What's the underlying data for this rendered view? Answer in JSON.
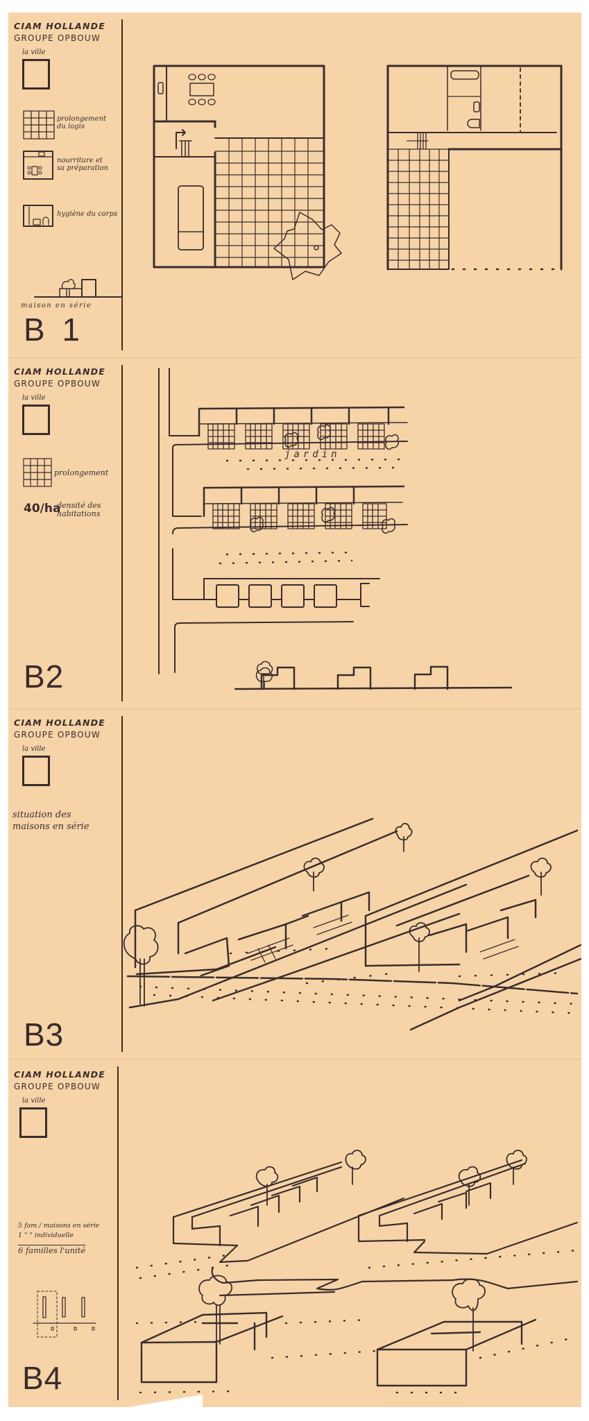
{
  "document": {
    "paper_color": "#f6d4a8",
    "ink_color": "#3a2c2c"
  },
  "panels": [
    {
      "id": "B1",
      "heading": "CIAM HOLLANDE",
      "subheading": "GROUPE OPBOUW",
      "legend": {
        "ville_label": "la ville",
        "items": [
          {
            "icon": "grid-square-icon",
            "label_1": "prolongement",
            "label_2": "du logis"
          },
          {
            "icon": "kitchen-plan-icon",
            "label_1": "nourriture et",
            "label_2": "sa préparation"
          },
          {
            "icon": "bathroom-plan-icon",
            "label_1": "hygiène du corps",
            "label_2": ""
          }
        ],
        "section_label": "maison en série"
      },
      "code": "B 1"
    },
    {
      "id": "B2",
      "heading": "CIAM HOLLANDE",
      "subheading": "GROUPE OPBOUW",
      "legend": {
        "ville_label": "la ville",
        "items": [
          {
            "icon": "grid-square-icon",
            "label_1": "prolongement",
            "label_2": ""
          }
        ],
        "density_value": "40/ha",
        "density_label_1": "densité des",
        "density_label_2": "habitations"
      },
      "drawing_label": "jardin",
      "code": "B2"
    },
    {
      "id": "B3",
      "heading": "CIAM HOLLANDE",
      "subheading": "GROUPE OPBOUW",
      "legend": {
        "ville_label": "la ville",
        "caption_1": "situation des",
        "caption_2": "maisons en série"
      },
      "code": "B3"
    },
    {
      "id": "B4",
      "heading": "CIAM HOLLANDE",
      "subheading": "GROUPE OPBOUW",
      "legend": {
        "ville_label": "la ville",
        "calc_line_1": "5 fam / maisons en série",
        "calc_line_2": "1   \"      \"   individuelle",
        "calc_total": "6 familles l'unité"
      },
      "code": "B4"
    }
  ]
}
